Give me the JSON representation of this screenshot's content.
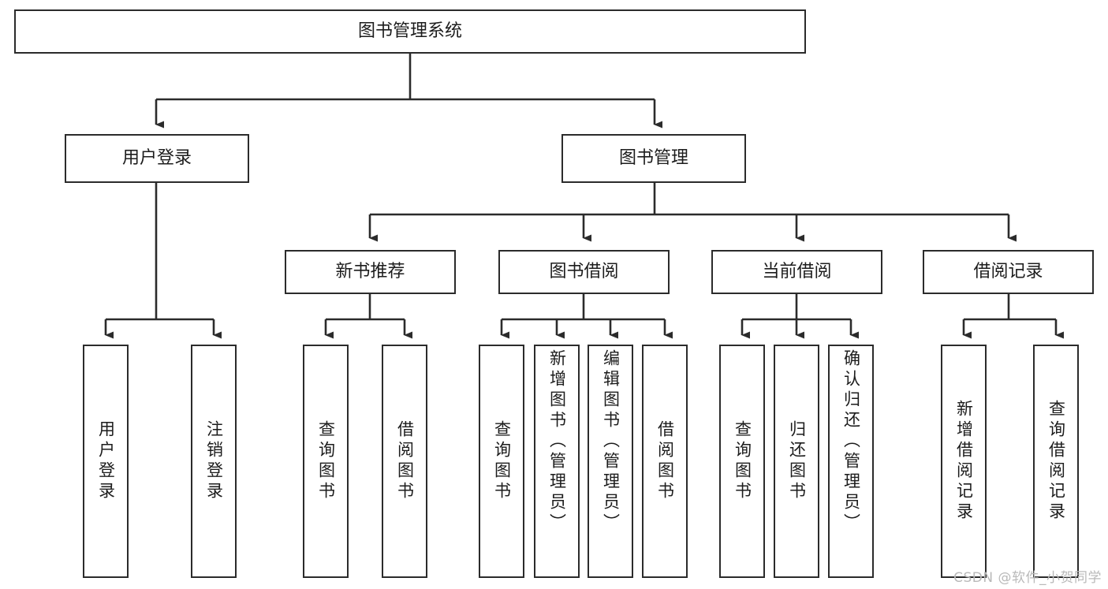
{
  "diagram": {
    "type": "tree-hierarchy",
    "title": "图书管理系统",
    "watermark": "CSDN @软件_小贺同学",
    "colors": {
      "box_border": "#2b2b2b",
      "box_fill": "#ffffff",
      "edge": "#2b2b2b",
      "text": "#1c1c1c",
      "watermark": "#b9b9b9",
      "background": "#ffffff"
    },
    "levels": {
      "root": {
        "label": "图书管理系统"
      },
      "level2": [
        {
          "id": "user-login",
          "label": "用户登录"
        },
        {
          "id": "book-management",
          "label": "图书管理"
        }
      ],
      "level3": [
        {
          "id": "new-book-recommend",
          "label": "新书推荐",
          "parent": "book-management"
        },
        {
          "id": "book-borrow",
          "label": "图书借阅",
          "parent": "book-management"
        },
        {
          "id": "current-borrow",
          "label": "当前借阅",
          "parent": "book-management"
        },
        {
          "id": "borrow-record",
          "label": "借阅记录",
          "parent": "book-management"
        }
      ],
      "leaves": {
        "user-login": [
          {
            "id": "leaf-user-login",
            "label": "用户登录"
          },
          {
            "id": "leaf-user-logout",
            "label": "注销登录"
          }
        ],
        "new-book-recommend": [
          {
            "id": "leaf-query-book-1",
            "label": "查询图书"
          },
          {
            "id": "leaf-borrow-book-1",
            "label": "借阅图书"
          }
        ],
        "book-borrow": [
          {
            "id": "leaf-query-book-2",
            "label": "查询图书"
          },
          {
            "id": "leaf-add-book",
            "label": "新增图书（管理员）"
          },
          {
            "id": "leaf-edit-book",
            "label": "编辑图书（管理员）"
          },
          {
            "id": "leaf-borrow-book-2",
            "label": "借阅图书"
          }
        ],
        "current-borrow": [
          {
            "id": "leaf-query-book-3",
            "label": "查询图书"
          },
          {
            "id": "leaf-return-book",
            "label": "归还图书"
          },
          {
            "id": "leaf-confirm-return",
            "label": "确认归还（管理员）"
          }
        ],
        "borrow-record": [
          {
            "id": "leaf-add-record",
            "label": "新增借阅记录"
          },
          {
            "id": "leaf-query-record",
            "label": "查询借阅记录"
          }
        ]
      }
    }
  }
}
